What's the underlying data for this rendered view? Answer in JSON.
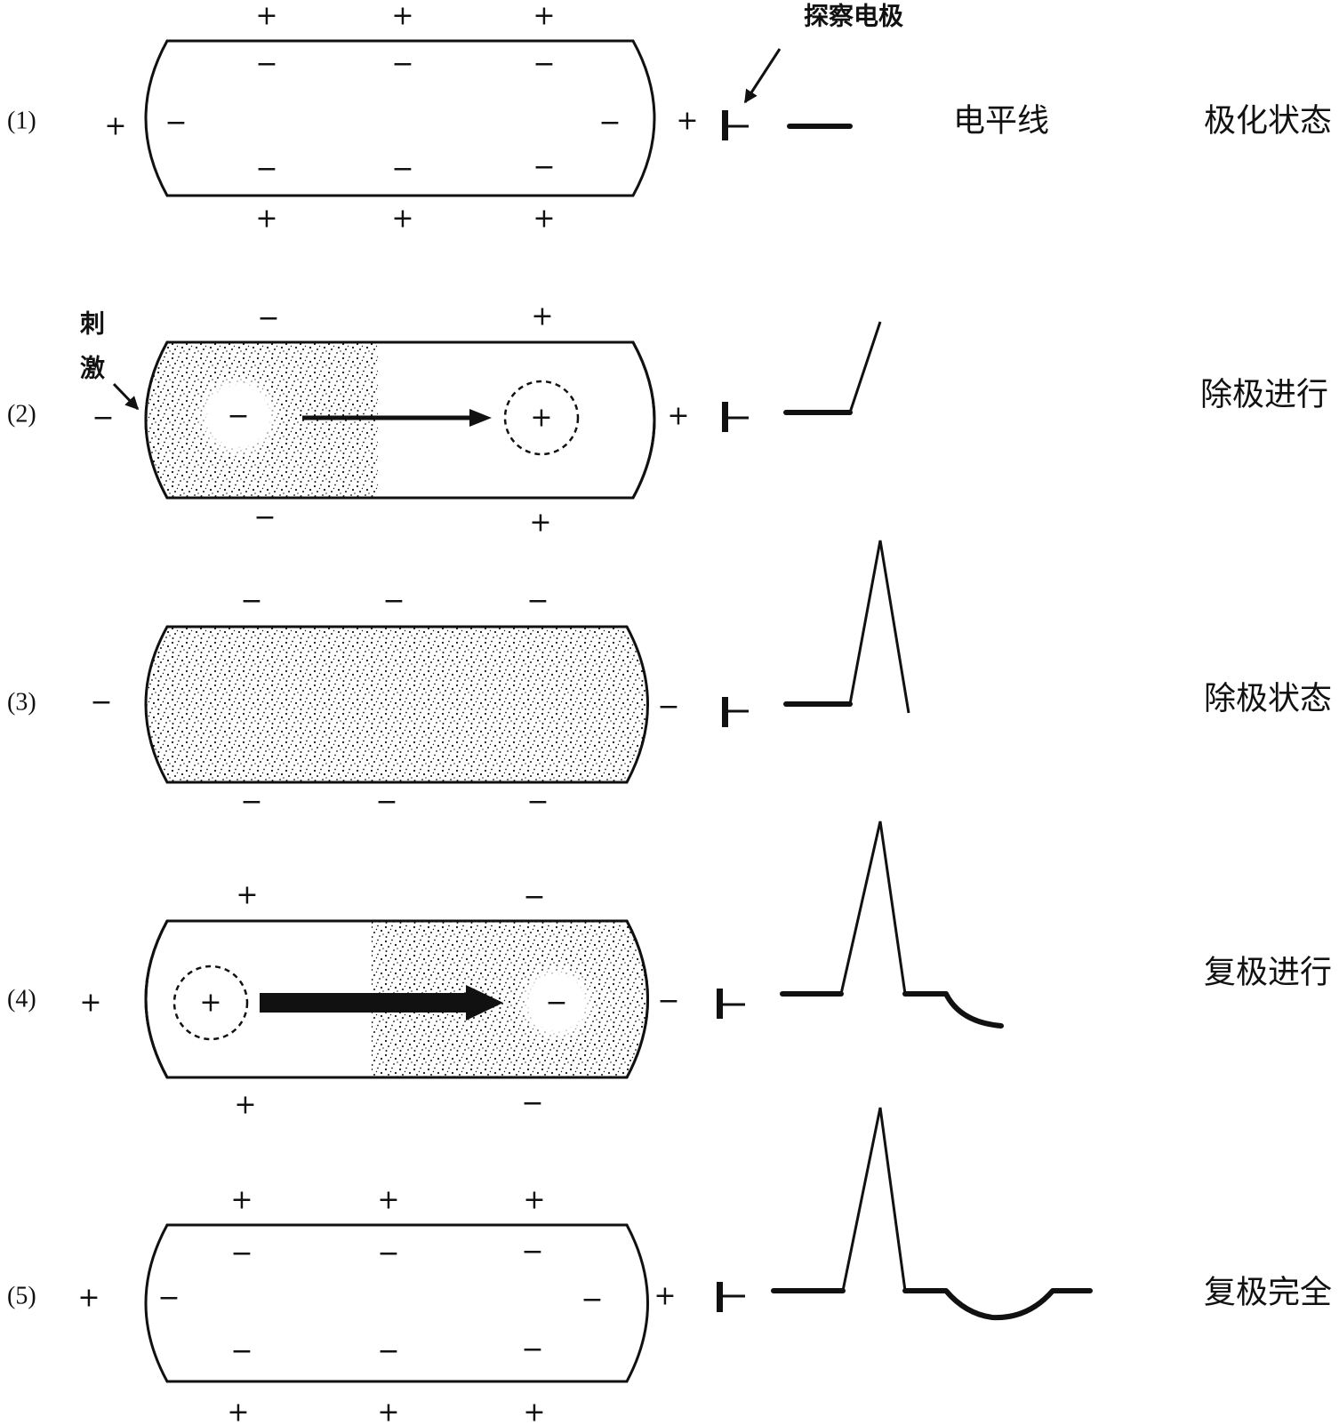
{
  "labels": {
    "electrode": "探察电极",
    "stimulus_line1": "刺",
    "stimulus_line2": "激",
    "baseline": "电平线"
  },
  "stages": [
    {
      "number": "(1)",
      "state": "极化状态"
    },
    {
      "number": "(2)",
      "state": "除极进行"
    },
    {
      "number": "(3)",
      "state": "除极状态"
    },
    {
      "number": "(4)",
      "state": "复极进行"
    },
    {
      "number": "(5)",
      "state": "复极完全"
    }
  ],
  "signs": {
    "plus": "+",
    "minus": "−"
  },
  "colors": {
    "ink": "#111111",
    "paper": "#ffffff"
  }
}
